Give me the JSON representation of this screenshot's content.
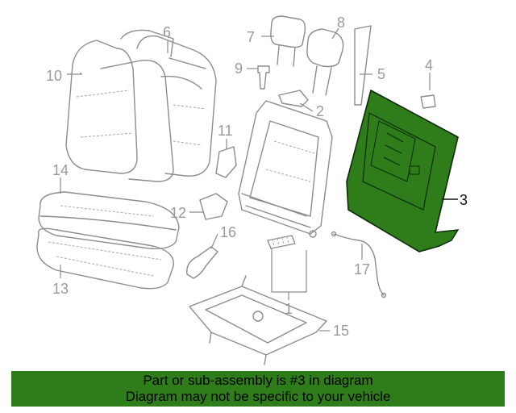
{
  "diagram": {
    "callouts": [
      "1",
      "2",
      "3",
      "4",
      "5",
      "6",
      "7",
      "8",
      "9",
      "10",
      "11",
      "12",
      "13",
      "14",
      "15",
      "16",
      "17"
    ],
    "highlighted_part": "3",
    "highlight_color": "#2e7d1a"
  },
  "banner": {
    "line1": "Part or sub-assembly is #3 in diagram",
    "line2": "Diagram may not be specific to your vehicle",
    "background": "#2e7d1a"
  }
}
